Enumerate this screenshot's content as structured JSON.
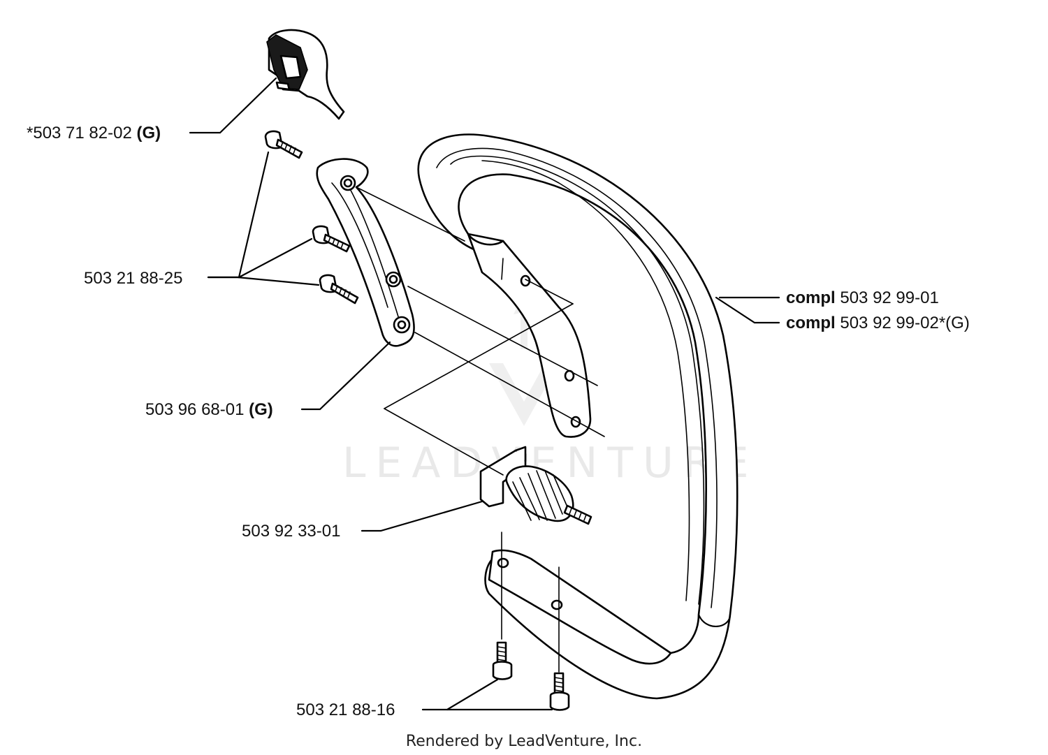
{
  "labels": {
    "guard_part": "*503 71 82-02",
    "guard_suffix": "(G)",
    "screws_top": "503 21 88-25",
    "bracket_part": "503 96 68-01",
    "bracket_suffix": "(G)",
    "bolt_part": "503 92 33-01",
    "screws_bottom": "503 21 88-16",
    "handle_1_prefix": "compl",
    "handle_1_part": "503 92 99-01",
    "handle_2_prefix": "compl",
    "handle_2_part": "503 92 99-02*(G)"
  },
  "watermark": "LEADVENTURE",
  "footer": "Rendered by LeadVenture, Inc."
}
